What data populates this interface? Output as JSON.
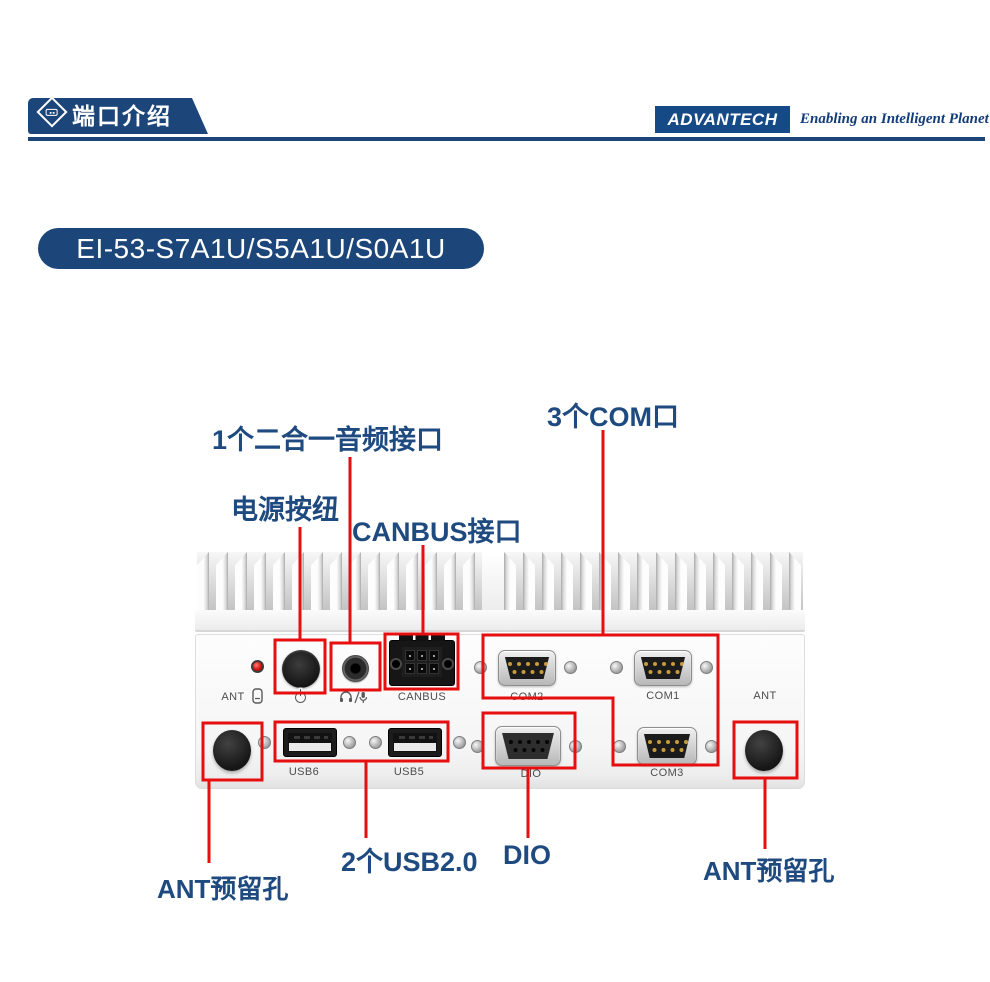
{
  "header": {
    "section_title": "端口介绍",
    "brand": "ADVANTECH",
    "tagline": "Enabling an Intelligent Planet"
  },
  "model_badge": "EI-53-S7A1U/S5A1U/S0A1U",
  "callouts": {
    "audio": "1个二合一音频接口",
    "power": "电源按纽",
    "canbus": "CANBUS接口",
    "com": "3个COM口",
    "usb": "2个USB2.0",
    "dio": "DIO",
    "ant_left": "ANT预留孔",
    "ant_right": "ANT预留孔"
  },
  "panel_labels": {
    "ant_left": "ANT",
    "canbus": "CANBUS",
    "com2": "COM2",
    "com1": "COM1",
    "ant_right": "ANT",
    "usb6": "USB6",
    "usb5": "USB5",
    "dio": "DIO",
    "com3": "COM3"
  },
  "icons": {
    "header_diamond": "port-diamond-icon",
    "power_button": "power-icon",
    "audio_jack": "headset-mic-icon",
    "storage_led": "hdd-icon"
  },
  "colors": {
    "navy": "#1c4679",
    "red": "#e60e0e",
    "logo_blue": "#164a86",
    "tagline_blue": "#123c7a"
  }
}
